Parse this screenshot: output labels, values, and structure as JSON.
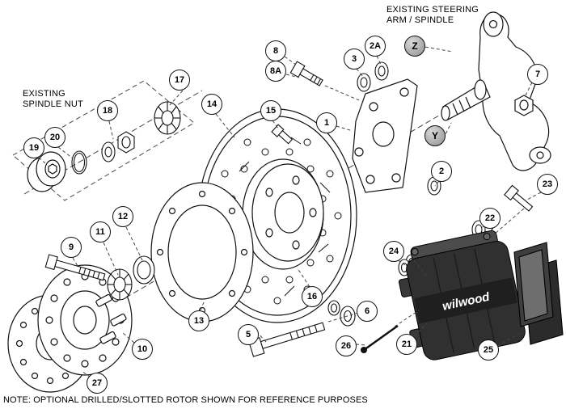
{
  "note": "NOTE: OPTIONAL DRILLED/SLOTTED ROTOR SHOWN FOR REFERENCE PURPOSES",
  "labels": {
    "steering_arm_line1": "EXISTING STEERING",
    "steering_arm_line2": "ARM / SPINDLE",
    "spindle_nut_line1": "EXISTING",
    "spindle_nut_line2": "SPINDLE NUT"
  },
  "brand": "wilwood",
  "callouts": [
    {
      "id": "19"
    },
    {
      "id": "20"
    },
    {
      "id": "18"
    },
    {
      "id": "17"
    },
    {
      "id": "14"
    },
    {
      "id": "15"
    },
    {
      "id": "8"
    },
    {
      "id": "8A"
    },
    {
      "id": "3"
    },
    {
      "id": "2A"
    },
    {
      "id": "7"
    },
    {
      "id": "1"
    },
    {
      "id": "2"
    },
    {
      "id": "23"
    },
    {
      "id": "22"
    },
    {
      "id": "12"
    },
    {
      "id": "11"
    },
    {
      "id": "9"
    },
    {
      "id": "24"
    },
    {
      "id": "16"
    },
    {
      "id": "13"
    },
    {
      "id": "6"
    },
    {
      "id": "5"
    },
    {
      "id": "10"
    },
    {
      "id": "26"
    },
    {
      "id": "21"
    },
    {
      "id": "25"
    },
    {
      "id": "27"
    }
  ],
  "markers": [
    {
      "id": "Z"
    },
    {
      "id": "Y"
    }
  ]
}
